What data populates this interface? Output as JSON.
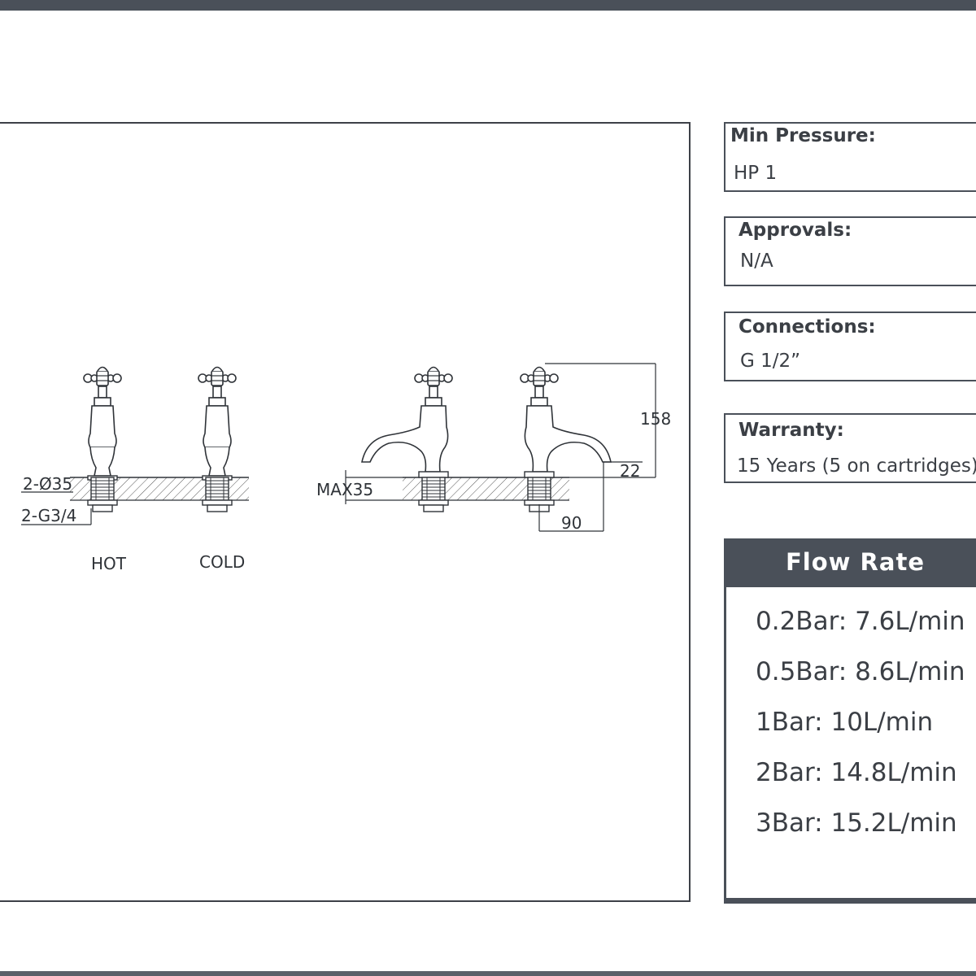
{
  "drawing": {
    "label_hot": "HOT",
    "label_cold": "COLD",
    "label_hole_diameter": "2-Ø35",
    "label_thread": "2-G3/4",
    "label_max_deck": "MAX35",
    "dim_height": "158",
    "dim_spout_gap": "22",
    "dim_projection": "90"
  },
  "specs": {
    "min_pressure": {
      "title": "Min Pressure:",
      "value": "HP 1"
    },
    "approvals": {
      "title": "Approvals:",
      "value": "N/A"
    },
    "connections": {
      "title": "Connections:",
      "value": "G 1/2”"
    },
    "warranty": {
      "title": "Warranty:",
      "value": "15 Years (5 on cartridges)"
    }
  },
  "flow_rate": {
    "title": "Flow Rate",
    "items": [
      "0.2Bar: 7.6L/min",
      "0.5Bar: 8.6L/min",
      "1Bar: 10L/min",
      "2Bar: 14.8L/min",
      "3Bar: 15.2L/min"
    ]
  },
  "colors": {
    "bar": "#4a5059",
    "line": "#2f3338"
  }
}
